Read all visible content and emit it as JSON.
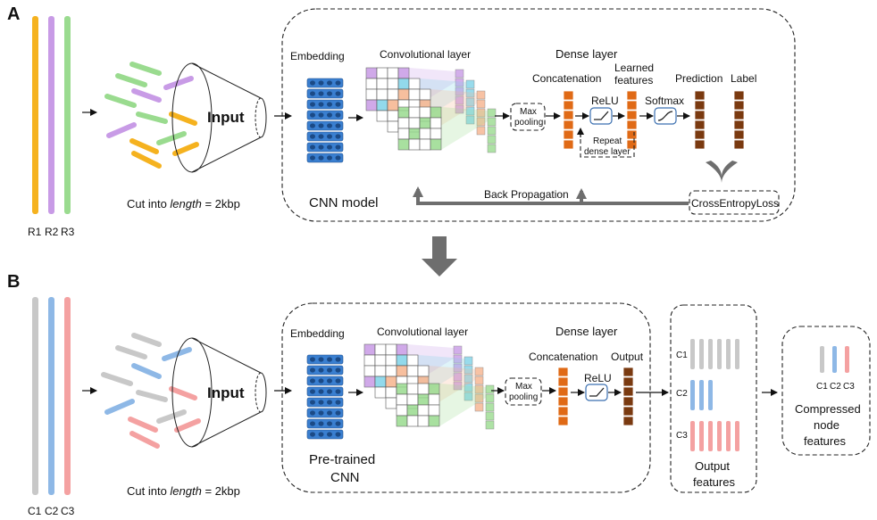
{
  "colors": {
    "orange": "#F5B21F",
    "purple": "#C89BE6",
    "green": "#9ADB8F",
    "gray": "#C8C8C8",
    "blue": "#8EB8E6",
    "pink": "#F4A1A1",
    "embed_blue": "#3A7FD0",
    "dense_orange": "#E06A16",
    "dense_brown": "#7A3A10",
    "gray_arrow": "#6E6E6E"
  },
  "panel_a": {
    "letter": "A",
    "reads": [
      "R1",
      "R2",
      "R3"
    ],
    "input_label": "Input",
    "cut_prefix": "Cut into ",
    "cut_italic": "length",
    "cut_suffix": " = 2kbp",
    "embedding": "Embedding",
    "conv_layer": "Convolutional layer",
    "dense_layer": "Dense layer",
    "max_pooling": [
      "Max",
      "pooling"
    ],
    "concatenation": "Concatenation",
    "relu": "ReLU",
    "learned_features": [
      "Learned",
      "features"
    ],
    "softmax": "Softmax",
    "prediction": "Prediction",
    "label": "Label",
    "repeat_dense": [
      "Repeat",
      "dense layer"
    ],
    "back_propagation": "Back Propagation",
    "loss": "CrossEntropyLoss",
    "model_name": "CNN model"
  },
  "panel_b": {
    "letter": "B",
    "contigs": [
      "C1",
      "C2",
      "C3"
    ],
    "input_label": "Input",
    "cut_prefix": "Cut into ",
    "cut_italic": "length",
    "cut_suffix": " = 2kbp",
    "embedding": "Embedding",
    "conv_layer": "Convolutional layer",
    "dense_layer": "Dense layer",
    "max_pooling": [
      "Max",
      "pooling"
    ],
    "concatenation": "Concatenation",
    "relu": "ReLU",
    "output": "Output",
    "model_name": [
      "Pre-trained",
      "CNN"
    ],
    "output_features_rows": [
      "C1",
      "C2",
      "C3"
    ],
    "output_features_title": [
      "Output",
      "features"
    ],
    "compressed_rows": [
      "C1",
      "C2",
      "C3"
    ],
    "compressed_title": [
      "Compressed",
      "node",
      "features"
    ]
  }
}
